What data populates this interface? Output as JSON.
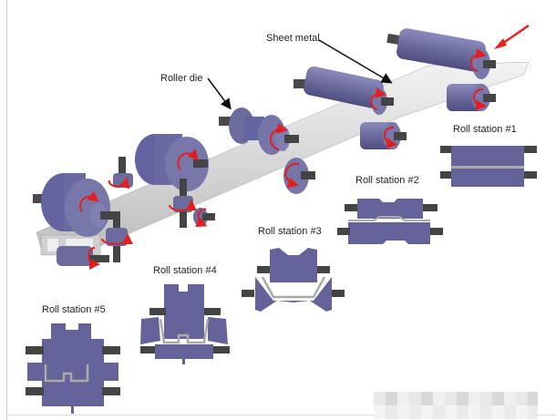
{
  "title": "Roll forming process diagram",
  "labels": {
    "sheet_metal": "Sheet metal",
    "roller_die": "Roller die",
    "stations": [
      "Roll station #1",
      "Roll station #2",
      "Roll station #3",
      "Roll station #4",
      "Roll station #5"
    ]
  },
  "colors": {
    "roller": "#6b6b9c",
    "roller_dark": "#55558a",
    "shaft": "#4a4a4a",
    "sheet": "#d9d9d9",
    "rotation_arrow": "#e02020",
    "feed_arrow": "#e52222",
    "leader_line": "#111111"
  }
}
